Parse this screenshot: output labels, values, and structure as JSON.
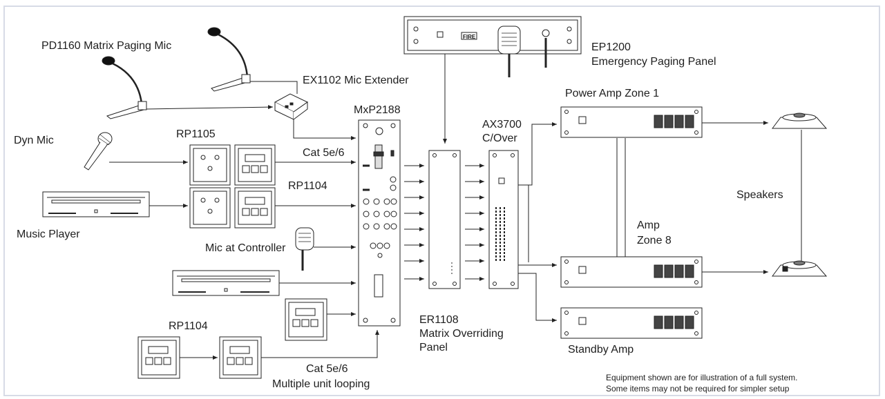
{
  "labels": {
    "pd1160": "PD1160 Matrix Paging Mic",
    "ex1102": "EX1102 Mic Extender",
    "mxp2188": "MxP2188",
    "dyn_mic": "Dyn Mic",
    "rp1105": "RP1105",
    "cat_top": "Cat 5e/6",
    "rp1104_top": "RP1104",
    "music_player": "Music Player",
    "mic_controller": "Mic at Controller",
    "rp1104_bottom": "RP1104",
    "cat_bottom": "Cat 5e/6",
    "looping": "Multiple unit looping",
    "ep1200_line1": "EP1200",
    "ep1200_line2": "Emergency Paging Panel",
    "ax3700_line1": "AX3700",
    "ax3700_line2": "C/Over",
    "power_amp": "Power Amp Zone 1",
    "speakers": "Speakers",
    "amp_line1": "Amp",
    "amp_line2": "Zone 8",
    "er1108_line1": "ER1108",
    "er1108_line2": "Matrix Overriding",
    "er1108_line3": "Panel",
    "standby": "Standby Amp",
    "note_line1": "Equipment shown are for illustration of a full system.",
    "note_line2": "Some items may not be required for simpler setup"
  },
  "devices": {
    "fire_label": "FIRE"
  }
}
